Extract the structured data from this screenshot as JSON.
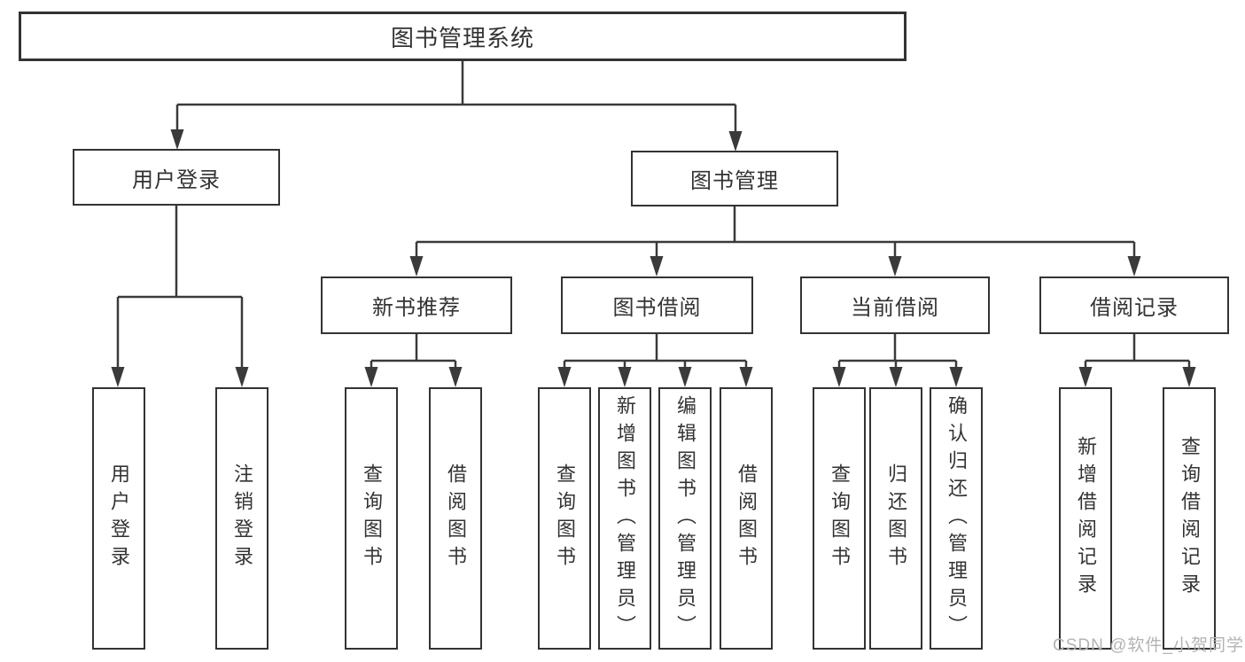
{
  "diagram": {
    "type": "tree",
    "colors": {
      "line": "#3a3a3a",
      "box_border": "#333333",
      "box_bg": "#ffffff",
      "text": "#333333",
      "watermark": "#b3b3b3"
    },
    "nodes": {
      "root": {
        "label": "图书管理系统"
      },
      "user_login": {
        "label": "用户登录"
      },
      "book_mgmt": {
        "label": "图书管理"
      },
      "new_books": {
        "label": "新书推荐"
      },
      "book_borrow": {
        "label": "图书借阅"
      },
      "current": {
        "label": "当前借阅"
      },
      "records": {
        "label": "借阅记录"
      },
      "login": {
        "label": "用户登录"
      },
      "logout": {
        "label": "注销登录"
      },
      "nb_query": {
        "label": "查询图书"
      },
      "nb_borrow": {
        "label": "借阅图书"
      },
      "bw_query": {
        "label": "查询图书"
      },
      "bw_add": {
        "label": "新增图书（管理员）"
      },
      "bw_edit": {
        "label": "编辑图书（管理员）"
      },
      "bw_borrow": {
        "label": "借阅图书"
      },
      "cur_query": {
        "label": "查询图书"
      },
      "cur_return": {
        "label": "归还图书"
      },
      "cur_confirm": {
        "label": "确认归还（管理员）"
      },
      "rec_add": {
        "label": "新增借阅记录"
      },
      "rec_query": {
        "label": "查询借阅记录"
      }
    },
    "tree": {
      "图书管理系统": {
        "用户登录": [
          "用户登录",
          "注销登录"
        ],
        "图书管理": {
          "新书推荐": [
            "查询图书",
            "借阅图书"
          ],
          "图书借阅": [
            "查询图书",
            "新增图书（管理员）",
            "编辑图书（管理员）",
            "借阅图书"
          ],
          "当前借阅": [
            "查询图书",
            "归还图书",
            "确认归还（管理员）"
          ],
          "借阅记录": [
            "新增借阅记录",
            "查询借阅记录"
          ]
        }
      }
    },
    "watermark": {
      "text": "CSDN @软件_小贺同学"
    }
  }
}
